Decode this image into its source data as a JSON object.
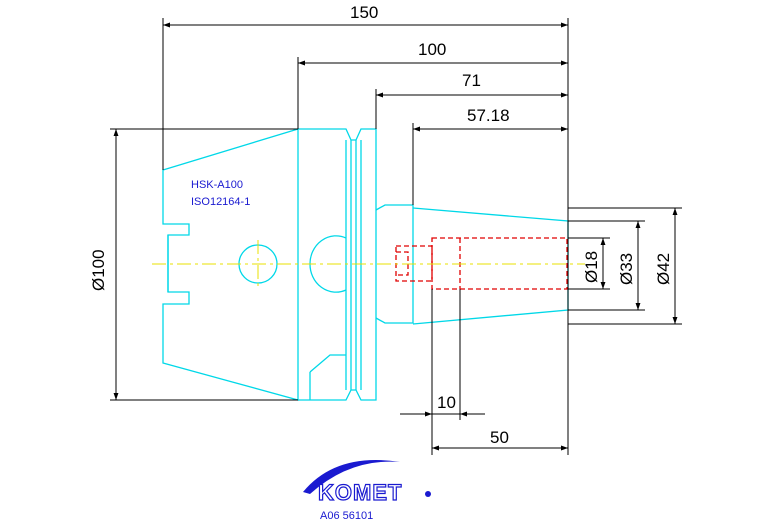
{
  "dimensions": {
    "overall_length": "150",
    "body_length": "100",
    "extension_length": "71",
    "taper_length": "57.18",
    "flange_diameter": "Ø100",
    "bore_diameter": "Ø18",
    "nose_diameter": "Ø33",
    "taper_diameter": "Ø42",
    "bore_offset": "10",
    "bore_depth": "50"
  },
  "spec": {
    "line1": "HSK-A100",
    "line2": "ISO12164-1"
  },
  "brand": {
    "name": "KOMET",
    "part_number": "A06 56101"
  },
  "colors": {
    "outline": "#00d8e8",
    "hidden_bore": "#e00000",
    "centerline": "#e8e000",
    "dimension": "#000000",
    "brand": "#1a1ad0"
  }
}
